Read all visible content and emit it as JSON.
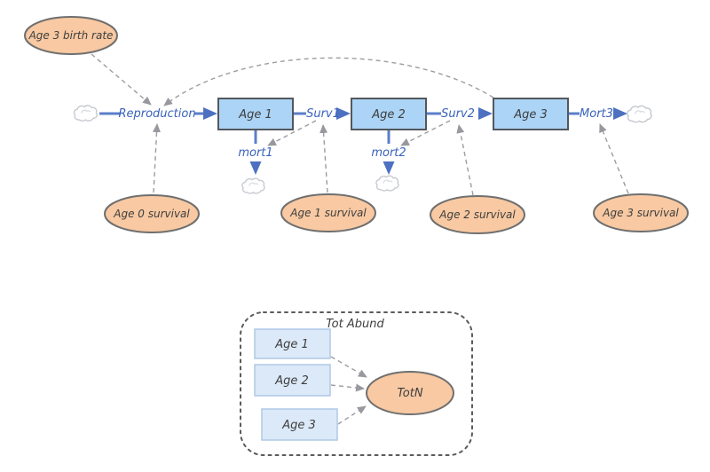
{
  "colors": {
    "stock_fill": "#ABD4F6",
    "stock_border": "#54575D",
    "ghost_fill": "#DCE9F8",
    "ghost_border": "#AFC9E6",
    "aux_fill": "#F8C9A2",
    "aux_border": "#6F6F6F",
    "flow_blue": "#5B7EC9",
    "flow_label_blue": "#3A62BC",
    "link_gray": "#9B9DA2",
    "frame_gray": "#5A5A5A",
    "text_dark": "#3E3E3E",
    "cloud_stroke": "#C7CBD1"
  },
  "stocks": {
    "age1": "Age 1",
    "age2": "Age 2",
    "age3": "Age 3"
  },
  "flows": {
    "reproduction": "Reproduction",
    "surv1": "Surv1",
    "surv2": "Surv2",
    "mort1": "mort1",
    "mort2": "mort2",
    "mort3": "Mort3"
  },
  "variables": {
    "age3_birth_rate": "Age 3 birth rate",
    "age0_survival": "Age 0 survival",
    "age1_survival": "Age 1 survival",
    "age2_survival": "Age 2 survival",
    "age3_survival": "Age 3 survival",
    "totn": "TotN"
  },
  "module": {
    "title": "Tot Abund",
    "ghosts": {
      "age1": "Age 1",
      "age2": "Age 2",
      "age3": "Age 3"
    }
  },
  "links": [
    {
      "from": "Age 3 birth rate",
      "to": "Reproduction"
    },
    {
      "from": "Age 3",
      "to": "Reproduction"
    },
    {
      "from": "Age 0 survival",
      "to": "Reproduction"
    },
    {
      "from": "Age 1 survival",
      "to": "Surv1"
    },
    {
      "from": "Surv1",
      "to": "mort1"
    },
    {
      "from": "Age 2 survival",
      "to": "Surv2"
    },
    {
      "from": "Surv2",
      "to": "mort2"
    },
    {
      "from": "Age 3 survival",
      "to": "Mort3"
    },
    {
      "from": "Age 1",
      "to": "TotN"
    },
    {
      "from": "Age 2",
      "to": "TotN"
    },
    {
      "from": "Age 3",
      "to": "TotN"
    }
  ]
}
